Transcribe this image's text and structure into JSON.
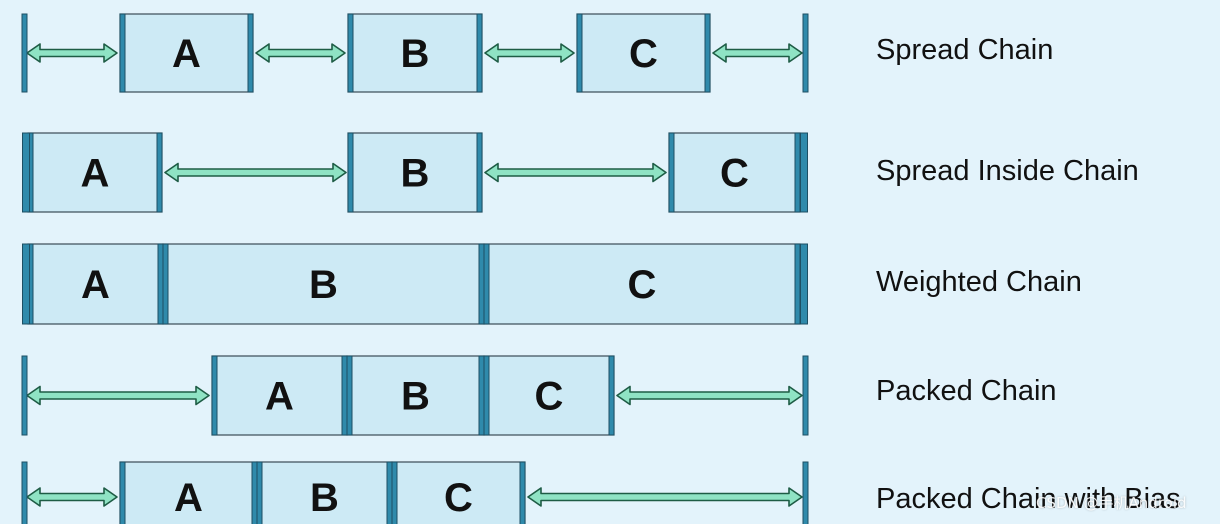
{
  "diagram": {
    "colors": {
      "background": "#e3f3fb",
      "box_fill": "#cdeaf5",
      "box_border": "#3a4a55",
      "bar_fill": "#2f8aab",
      "arrow_fill": "#8fe3c4",
      "arrow_stroke": "#1e5c45",
      "text": "#111111"
    },
    "rows": [
      {
        "id": "spread",
        "label": "Spread Chain",
        "boxes": [
          "A",
          "B",
          "C"
        ]
      },
      {
        "id": "spread-inside",
        "label": "Spread Inside Chain",
        "boxes": [
          "A",
          "B",
          "C"
        ]
      },
      {
        "id": "weighted",
        "label": "Weighted Chain",
        "boxes": [
          "A",
          "B",
          "C"
        ]
      },
      {
        "id": "packed",
        "label": "Packed Chain",
        "boxes": [
          "A",
          "B",
          "C"
        ]
      },
      {
        "id": "packed-bias",
        "label": "Packed Chain with Bias",
        "boxes": [
          "A",
          "B",
          "C"
        ]
      }
    ]
  },
  "watermark": "CSDN @手机Android"
}
